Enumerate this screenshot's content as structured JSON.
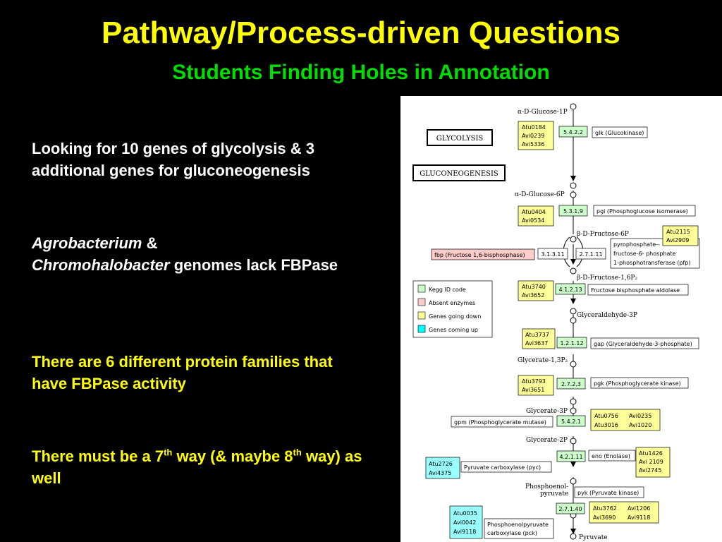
{
  "slide": {
    "title": "Pathway/Process-driven Questions",
    "subtitle": "Students Finding Holes in Annotation",
    "p1": "Looking for 10 genes of glycolysis & 3 additional genes for gluconeogenesis",
    "p2_italic1": "Agrobacterium",
    "p2_amp": " & ",
    "p2_italic2": "Chromohalobacter",
    "p2_rest": " genomes lack FBPase",
    "p3": "There are 6 different protein families that have FBPase activity",
    "p4_a": "There must be a 7",
    "p4_sup1": "th",
    "p4_b": " way (& maybe 8",
    "p4_sup2": "th",
    "p4_c": " way) as well"
  },
  "diagram": {
    "glycolysis_label": "GLYCOLYSIS",
    "gluconeogenesis_label": "GLUCONEOGENESIS",
    "metabolites": {
      "m1": "α-D-Glucose-1P",
      "m2": "α-D-Glucose-6P",
      "m3": "β-D-Fructose-6P",
      "m4": "β-D-Fructose-1,6P₂",
      "m5": "Glyceraldehyde-3P",
      "m6": "Glycerate-1,3P₂",
      "m7": "Glycerate-3P",
      "m8": "Glycerate-2P",
      "m9a": "Phosphoenol-",
      "m9b": "pyruvate",
      "m10": "Pyruvate"
    },
    "ec": {
      "e1": "5.4.2.2",
      "e2": "5.3.1.9",
      "e3a": "3.1.3.11",
      "e3b": "2.7.1.11",
      "e4": "4.1.2.13",
      "e5": "1.2.1.12",
      "e6": "2.7.2.3",
      "e7": "5.4.2.1",
      "e8": "4.2.1.11",
      "e9": "2.7.1.40"
    },
    "enzymes": {
      "glk": "glk (Glucokinase)",
      "pgi": "pgi (Phosphoglucose isomerase)",
      "fbp": "fbp (Fructose 1,6-bisphosphase)",
      "pfp1": "pyrophosphate--",
      "pfp2": "fructose-6- phosphate",
      "pfp3": "1-phosphotransferase (pfp)",
      "fba": "Fructose bisphosphate aldolase",
      "gap": "gap (Glyceraldehyde-3-phosphate)",
      "pgk": "pgk (Phosphoglycerate kinase)",
      "gpm": "gpm (Phosphoglycerate mutase)",
      "eno": "eno (Enolase)",
      "pyc": "Pyruvate carboxylase (pyc)",
      "pyk": "pyk (Pyruvate kinase)",
      "pck1": "Phosphoenolpyruvate",
      "pck2": "carboxylase (pck)"
    },
    "genes": {
      "g1a": "Atu0184",
      "g1b": "Avi0239",
      "g1c": "Avi5336",
      "g2a": "Atu0404",
      "g2b": "Avi0534",
      "g3a": "Atu2115",
      "g3b": "Avi2909",
      "g4a": "Atu3740",
      "g4b": "Avi3652",
      "g5a": "Atu3737",
      "g5b": "Avi3637",
      "g6a": "Atu3793",
      "g6b": "Avi3651",
      "g7a": "Atu0756",
      "g7b": "Avi0235",
      "g7c": "Atu3016",
      "g7d": "Avi1020",
      "g8a": "Atu1426",
      "g8b": "Avi 2109",
      "g8c": "Avi2745",
      "g9a": "Atu2726",
      "g9b": "Avi4375",
      "g10a": "Atu3762",
      "g10b": "Avi1206",
      "g10c": "Avi3690",
      "g10d": "Avi9118",
      "g11a": "Atu0035",
      "g11b": "Avi0042",
      "g11c": "Avi9118"
    },
    "legend": {
      "l1": "Kegg ID code",
      "l2": "Absent enzymes",
      "l3": "Genes going down",
      "l4": "Genes coming up"
    },
    "colors": {
      "kegg": "#ccffcc",
      "absent": "#ffcccc",
      "down": "#ffff99",
      "up": "#99ffff"
    }
  }
}
